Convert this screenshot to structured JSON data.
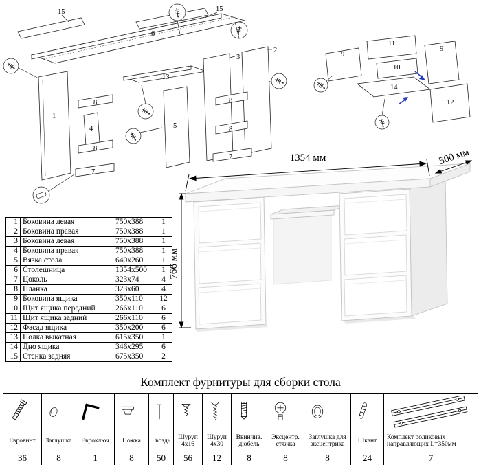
{
  "dimensions": {
    "width": "1354 мм",
    "depth": "500 мм",
    "height": "766 мм"
  },
  "parts_table": {
    "rows": [
      {
        "num": "1",
        "name": "Боковина левая",
        "size": "750x388",
        "qty": "1"
      },
      {
        "num": "2",
        "name": "Боковина правая",
        "size": "750x388",
        "qty": "1"
      },
      {
        "num": "3",
        "name": "Боковина левая",
        "size": "750x388",
        "qty": "1"
      },
      {
        "num": "4",
        "name": "Боковина правая",
        "size": "750x388",
        "qty": "1"
      },
      {
        "num": "5",
        "name": "Вязка стола",
        "size": "640x260",
        "qty": "1"
      },
      {
        "num": "6",
        "name": "Столешница",
        "size": "1354x500",
        "qty": "1"
      },
      {
        "num": "7",
        "name": "Цоколь",
        "size": "323x74",
        "qty": "4"
      },
      {
        "num": "8",
        "name": "Планка",
        "size": "323x60",
        "qty": "4"
      },
      {
        "num": "9",
        "name": "Боковина ящика",
        "size": "350x110",
        "qty": "12"
      },
      {
        "num": "10",
        "name": "Щит ящика передний",
        "size": "266x110",
        "qty": "6"
      },
      {
        "num": "11",
        "name": "Щит ящика задний",
        "size": "266x110",
        "qty": "6"
      },
      {
        "num": "12",
        "name": "Фасад ящика",
        "size": "350x200",
        "qty": "6"
      },
      {
        "num": "13",
        "name": "Полка выкатная",
        "size": "615x350",
        "qty": "1"
      },
      {
        "num": "14",
        "name": "Дно ящика",
        "size": "346x295",
        "qty": "6"
      },
      {
        "num": "15",
        "name": "Стенка задняя",
        "size": "675x350",
        "qty": "2"
      }
    ]
  },
  "diagrams": {
    "main": {
      "labels": [
        "15",
        "6",
        "15",
        "2",
        "3",
        "5",
        "13",
        "1",
        "8",
        "4",
        "8",
        "7",
        "8",
        "8",
        "7"
      ]
    },
    "drawer": {
      "labels": [
        "11",
        "9",
        "9",
        "10",
        "14",
        "12"
      ]
    }
  },
  "hardware": {
    "title": "Комплект фурнитуры для сборки стола",
    "items": [
      {
        "label": "Евровинт",
        "qty": "36",
        "icon": "euro-screw-icon"
      },
      {
        "label": "Заглушка",
        "qty": "8",
        "icon": "cap-icon"
      },
      {
        "label": "Евроключ",
        "qty": "1",
        "icon": "euro-key-icon"
      },
      {
        "label": "Ножка",
        "qty": "8",
        "icon": "foot-icon"
      },
      {
        "label": "Гвоздь",
        "qty": "50",
        "icon": "nail-icon"
      },
      {
        "label": "Шуруп 4x16",
        "qty": "56",
        "icon": "screw-short-icon"
      },
      {
        "label": "Шуруп 4x30",
        "qty": "12",
        "icon": "screw-long-icon"
      },
      {
        "label": "Ввинчив. дюбель",
        "qty": "8",
        "icon": "dowel-screw-icon"
      },
      {
        "label": "Эксцентр. стяжка",
        "qty": "8",
        "icon": "cam-lock-icon"
      },
      {
        "label": "Заглушка для эксцентрика",
        "qty": "8",
        "icon": "cam-cover-icon"
      },
      {
        "label": "Шкант",
        "qty": "24",
        "icon": "wood-dowel-icon"
      },
      {
        "label": "Комплект роликовых направляющих L=350мм",
        "qty": "7",
        "icon": "drawer-slides-icon"
      }
    ]
  },
  "colors": {
    "line": "#000000",
    "desk_outline": "#c2c2c2",
    "blue_arrow": "#2a3db8"
  }
}
